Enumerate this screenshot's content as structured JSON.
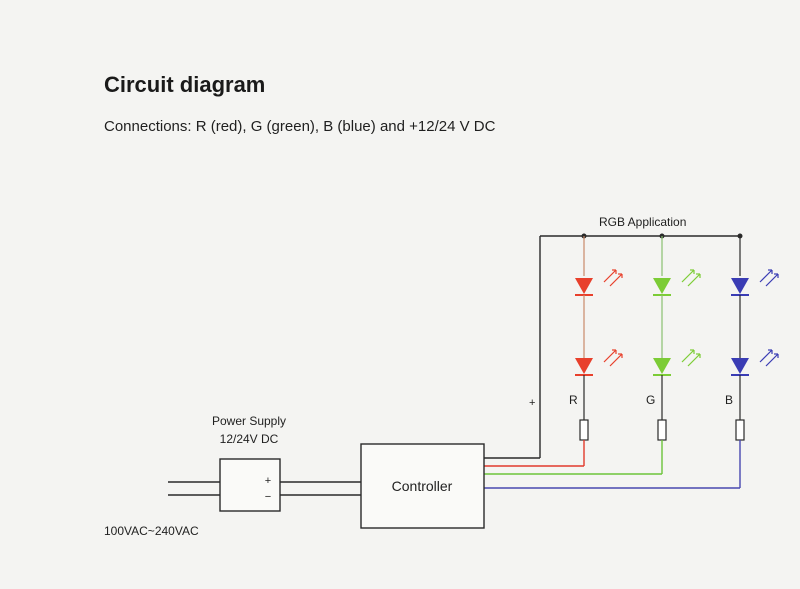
{
  "heading": {
    "title": "Circuit diagram",
    "subtitle": "Connections: R (red), G (green), B (blue) and +12/24 V DC"
  },
  "diagram": {
    "rgb_application_label": "RGB Application",
    "power_supply_label_line1": "Power Supply",
    "power_supply_label_line2": "12/24V DC",
    "plus_terminal": "+",
    "minus_terminal": "−",
    "mains_input_label": "100VAC~240VAC",
    "controller_label": "Controller",
    "positive_rail_label": "+",
    "channel_red_label": "R",
    "channel_green_label": "G",
    "channel_blue_label": "B"
  },
  "colors": {
    "wire_black": "#2a2a2a",
    "wire_red": "#e23a2c",
    "wire_green": "#6cc43a",
    "wire_blue": "#4848b0",
    "led_red": "#e8402c",
    "led_green": "#7ccc36",
    "led_blue": "#3a3cb4"
  }
}
